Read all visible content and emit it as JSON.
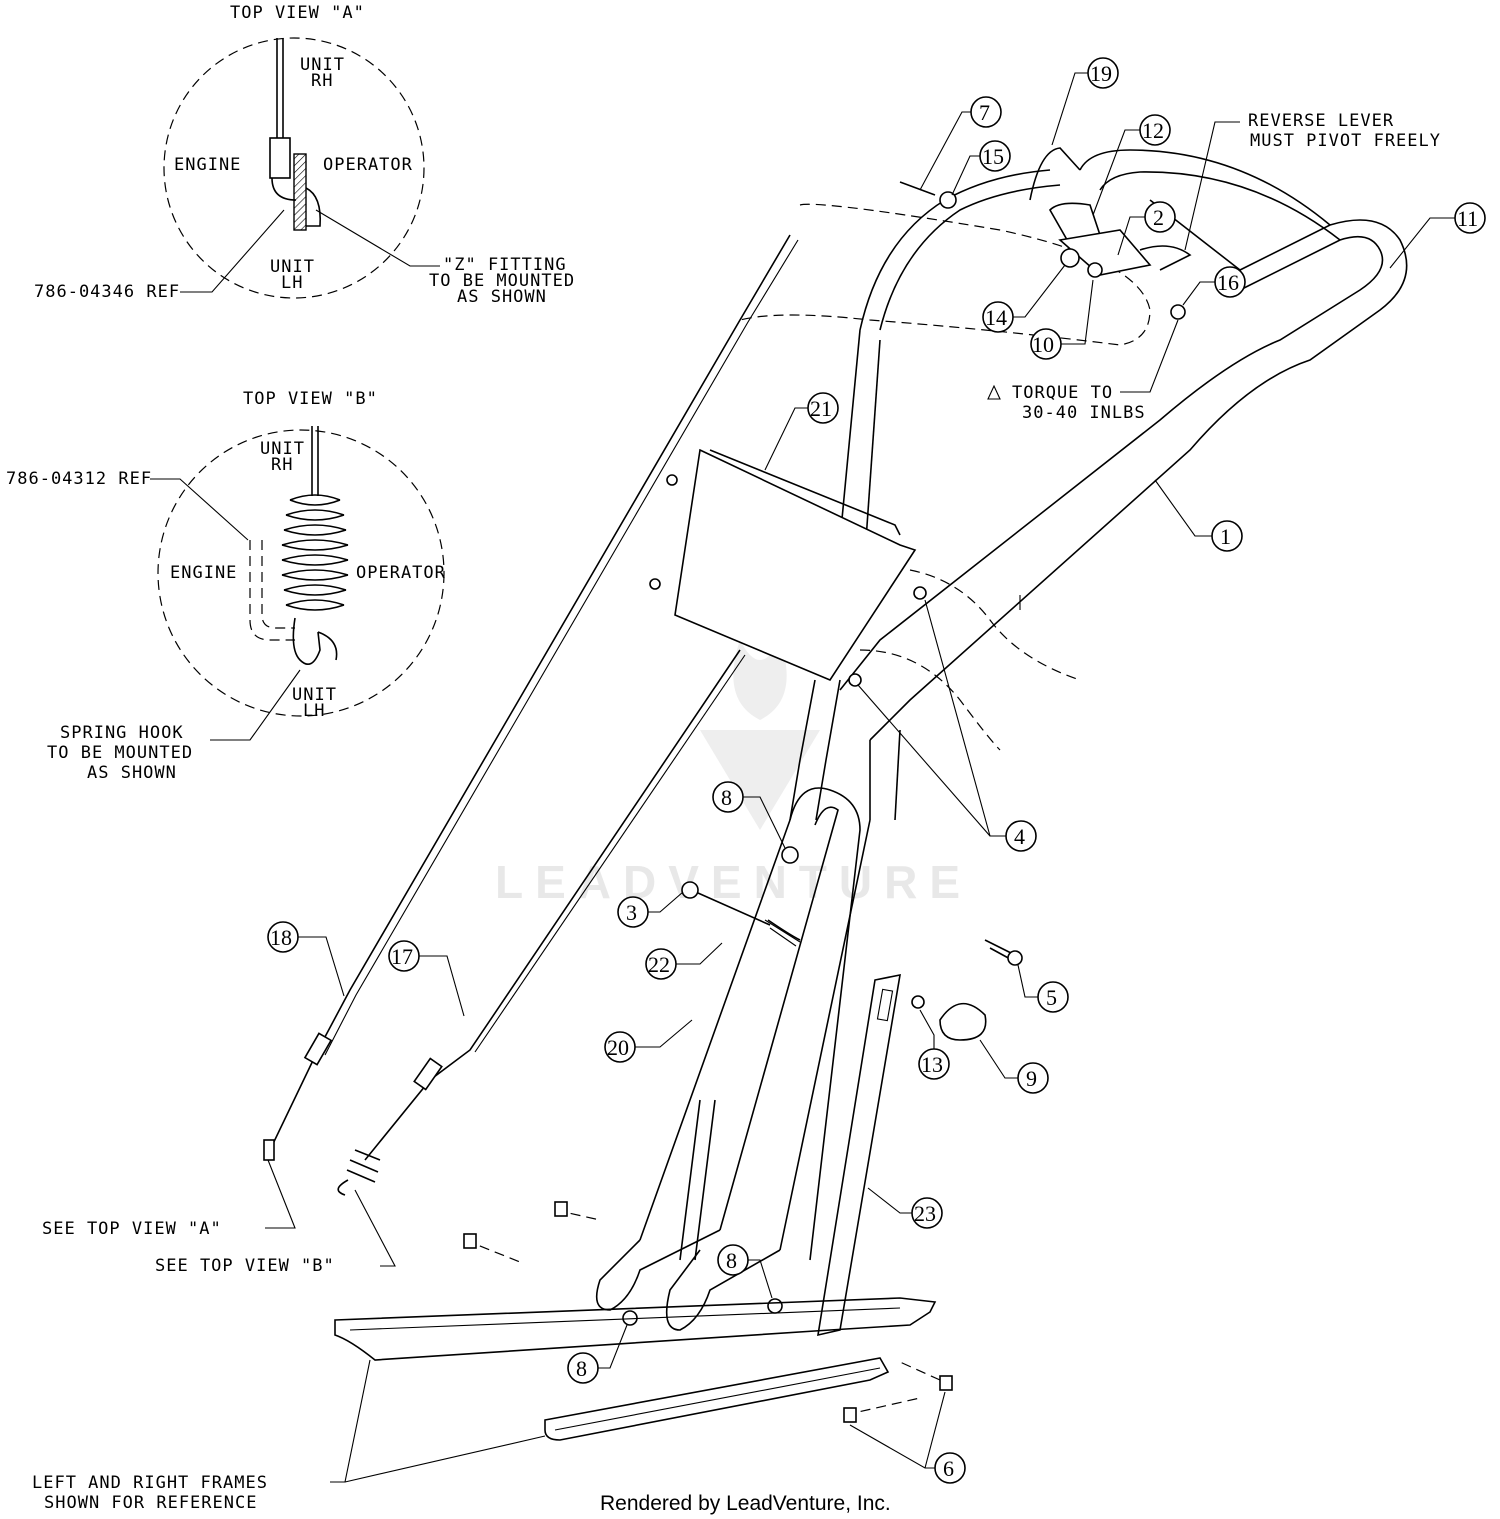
{
  "watermark": "LEADVENTURE",
  "credit": "Rendered by LeadVenture, Inc.",
  "detail_a": {
    "title": "TOP VIEW \"A\"",
    "unit_rh": [
      "UNIT",
      "RH"
    ],
    "unit_lh": [
      "UNIT",
      "LH"
    ],
    "engine": "ENGINE",
    "operator": "OPERATOR",
    "ref": "786-04346 REF",
    "note": [
      "\"Z\" FITTING",
      "TO BE MOUNTED",
      "AS SHOWN"
    ]
  },
  "detail_b": {
    "title": "TOP VIEW \"B\"",
    "unit_rh": [
      "UNIT",
      "RH"
    ],
    "unit_lh": [
      "UNIT",
      "LH"
    ],
    "engine": "ENGINE",
    "operator": "OPERATOR",
    "ref": "786-04312 REF",
    "note": [
      "SPRING HOOK",
      "TO BE MOUNTED",
      "AS SHOWN"
    ]
  },
  "notes": {
    "reverse_lever": [
      "REVERSE LEVER",
      "MUST PIVOT FREELY"
    ],
    "torque": [
      "TORQUE TO",
      "30-40 INLBS"
    ],
    "see_view_a": "SEE TOP VIEW \"A\"",
    "see_view_b": "SEE TOP VIEW \"B\"",
    "frames": [
      "LEFT AND RIGHT FRAMES",
      "SHOWN FOR REFERENCE"
    ]
  },
  "callouts": [
    "1",
    "2",
    "3",
    "4",
    "5",
    "6",
    "7",
    "8",
    "8",
    "8",
    "9",
    "10",
    "11",
    "12",
    "13",
    "14",
    "15",
    "16",
    "17",
    "18",
    "19",
    "20",
    "21",
    "22",
    "23"
  ]
}
